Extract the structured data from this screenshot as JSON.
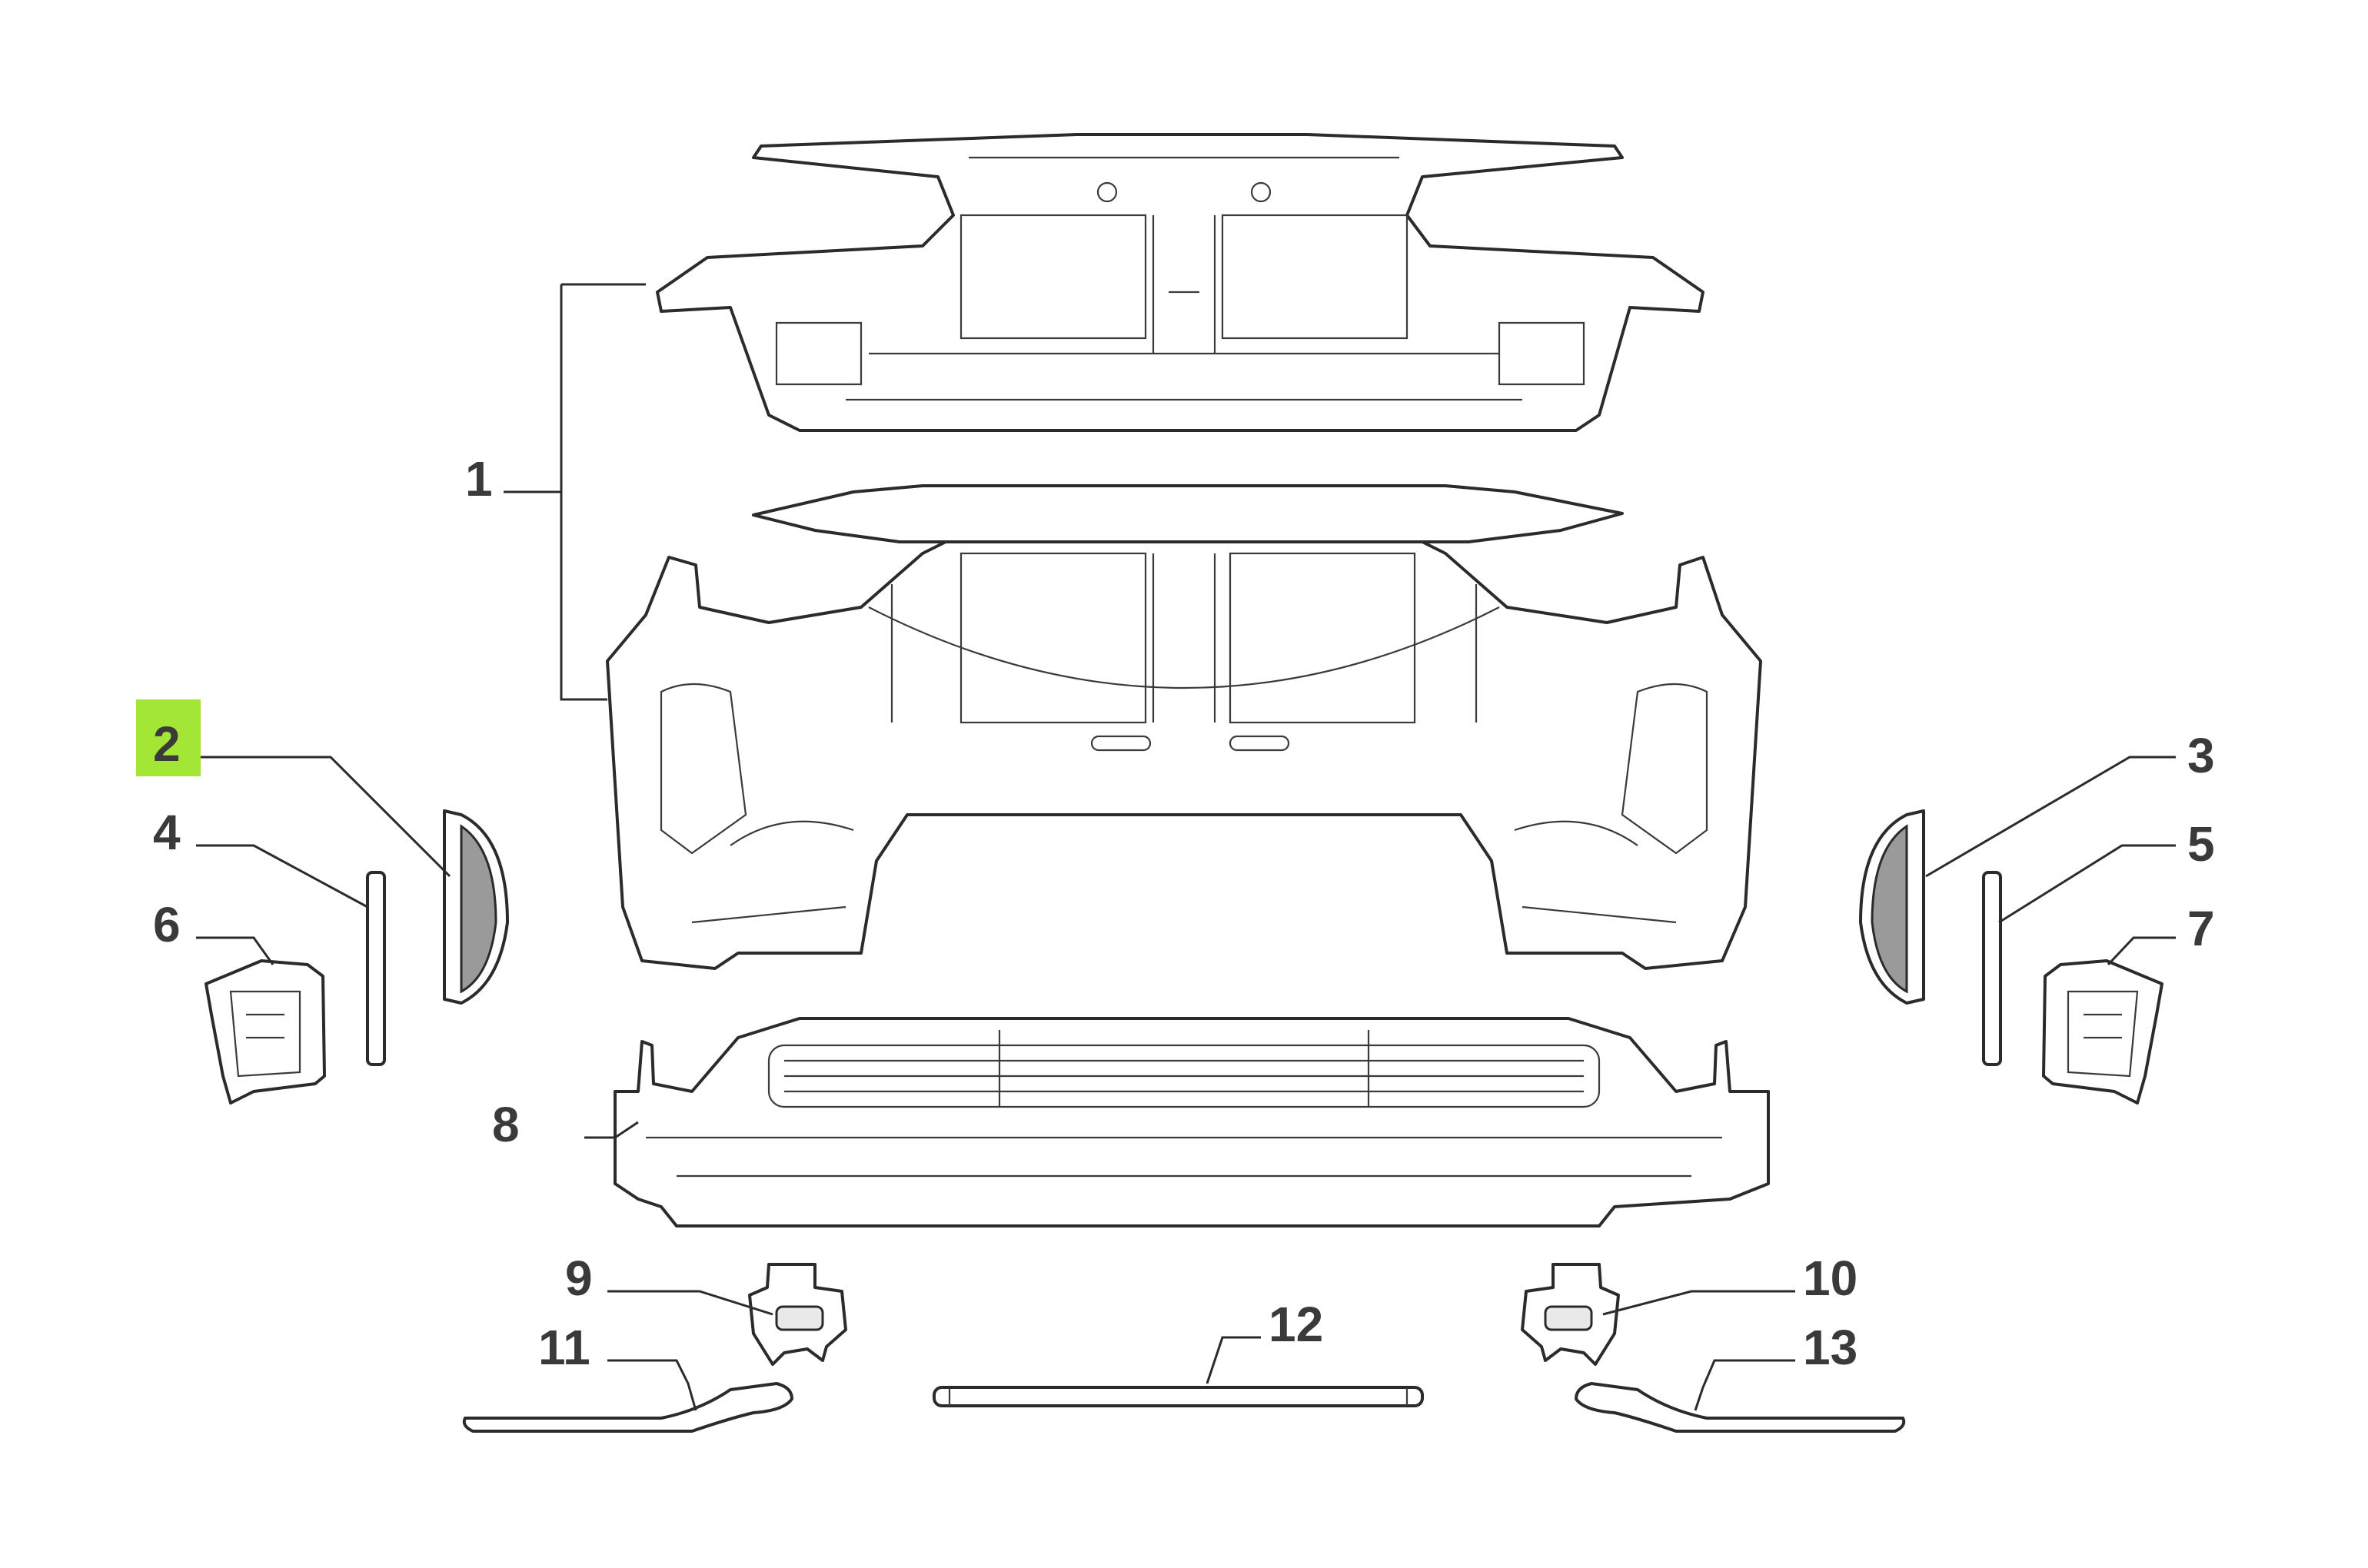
{
  "callouts": [
    "1",
    "2",
    "3",
    "4",
    "5",
    "6",
    "7",
    "8",
    "9",
    "10",
    "11",
    "12",
    "13"
  ],
  "highlighted": "2",
  "colors": {
    "highlight": "#a3e635",
    "ink": "#2b2b2b",
    "label": "#3a3a3a"
  }
}
